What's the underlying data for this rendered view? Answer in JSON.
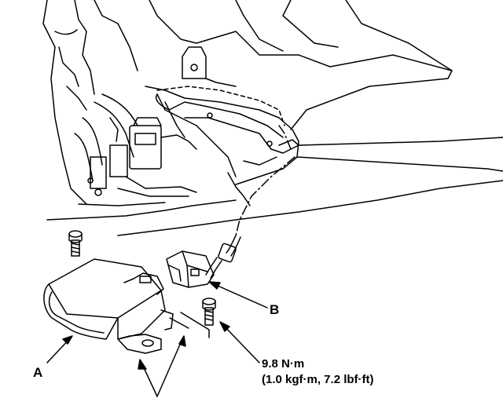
{
  "callouts": {
    "a": "A",
    "b": "B"
  },
  "torque_spec": {
    "metric": "9.8 N·m",
    "alternate": "(1.0 kgf·m, 7.2 lbf·ft)"
  }
}
